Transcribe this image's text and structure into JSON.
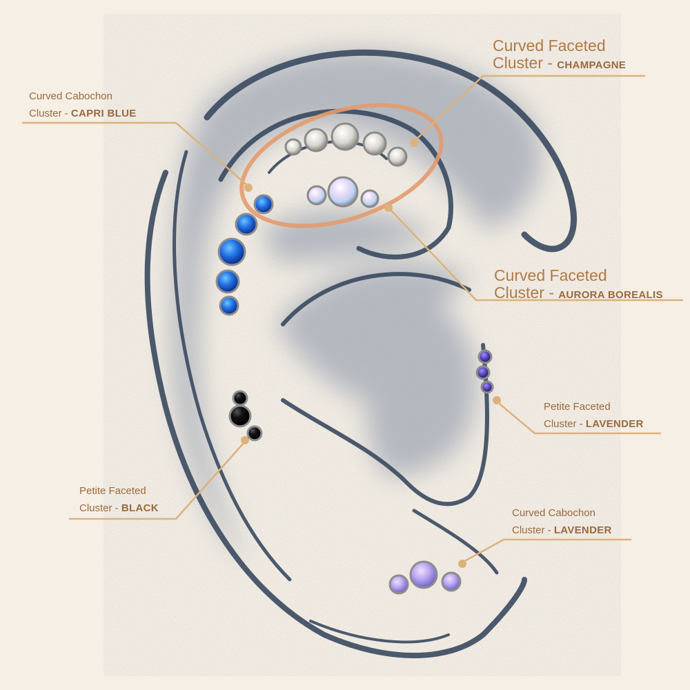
{
  "labels": {
    "champagne": {
      "line1": "Curved Faceted",
      "line2_prefix": "Cluster - ",
      "variant": "CHAMPAGNE"
    },
    "capri_blue": {
      "line1": "Curved Cabochon",
      "line2_prefix": "Cluster - ",
      "variant": "CAPRI BLUE"
    },
    "aurora": {
      "line1": "Curved Faceted",
      "line2_prefix": "Cluster - ",
      "variant": "AURORA BOREALIS"
    },
    "lavender_petite": {
      "line1": "Petite Faceted",
      "line2_prefix": "Cluster - ",
      "variant": "LAVENDER"
    },
    "black": {
      "line1": "Petite Faceted",
      "line2_prefix": "Cluster - ",
      "variant": "BLACK"
    },
    "lavender_curved": {
      "line1": "Curved Cabochon",
      "line2_prefix": "Cluster - ",
      "variant": "LAVENDER"
    }
  },
  "colors": {
    "background": "#f6efe5",
    "ear_stroke": "#3a4a60",
    "callout": "#dcb27a",
    "highlight_ring": "#e39b6e",
    "label_text": "#9a6a3c",
    "capri_blue": "#1f6fe0",
    "lavender_stone": "#5b49b8",
    "black_stone": "#141414",
    "opal_lavender": "#a79be0",
    "champagne": "#e4e2da"
  }
}
